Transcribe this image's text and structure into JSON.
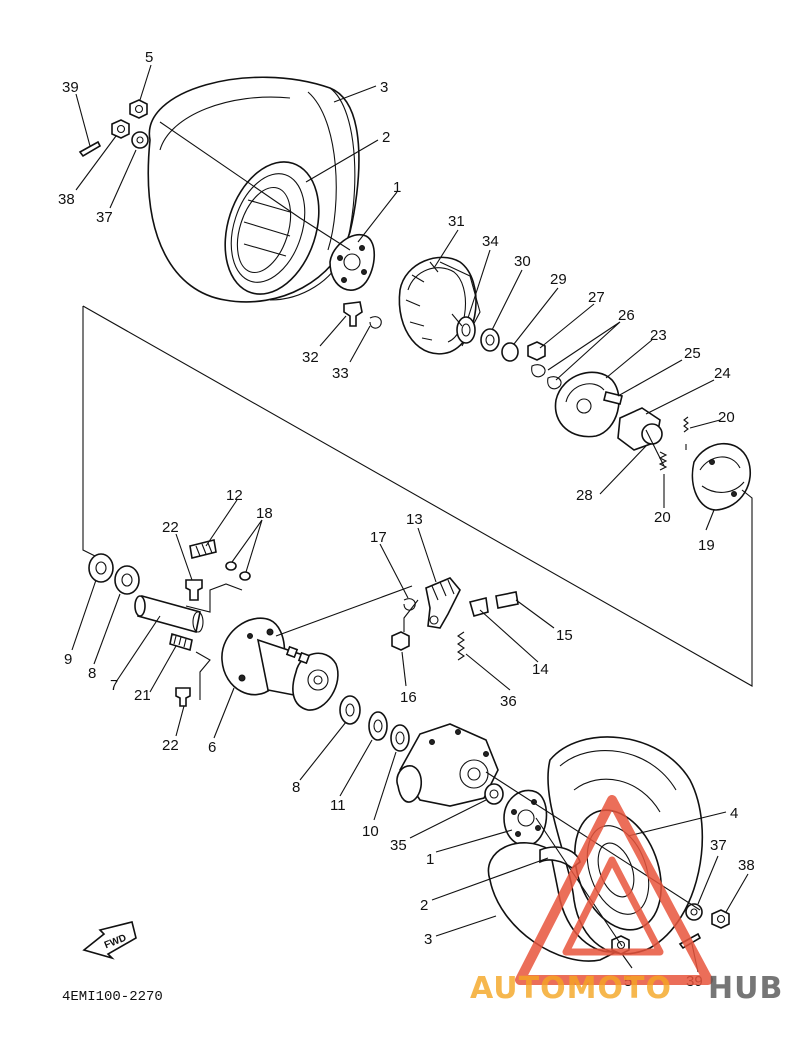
{
  "diagram_code": "4EMI100-2270",
  "fwd_label": "FWD",
  "watermark": {
    "brand_left": "AUTOMOTO",
    "brand_right": "HUB",
    "color_primary": "#e8553d",
    "color_secondary": "#f5a623",
    "color_dark": "#555555"
  },
  "callouts": [
    {
      "id": "c1",
      "label": "1"
    },
    {
      "id": "c2",
      "label": "2"
    },
    {
      "id": "c3",
      "label": "3"
    },
    {
      "id": "c4",
      "label": "4"
    },
    {
      "id": "c5",
      "label": "5"
    },
    {
      "id": "c6",
      "label": "6"
    },
    {
      "id": "c7",
      "label": "7"
    },
    {
      "id": "c8",
      "label": "8"
    },
    {
      "id": "c9",
      "label": "9"
    },
    {
      "id": "c10",
      "label": "10"
    },
    {
      "id": "c11",
      "label": "11"
    },
    {
      "id": "c12",
      "label": "12"
    },
    {
      "id": "c13",
      "label": "13"
    },
    {
      "id": "c14",
      "label": "14"
    },
    {
      "id": "c15",
      "label": "15"
    },
    {
      "id": "c16",
      "label": "16"
    },
    {
      "id": "c17",
      "label": "17"
    },
    {
      "id": "c18",
      "label": "18"
    },
    {
      "id": "c19",
      "label": "19"
    },
    {
      "id": "c20",
      "label": "20"
    },
    {
      "id": "c21",
      "label": "21"
    },
    {
      "id": "c22",
      "label": "22"
    },
    {
      "id": "c23",
      "label": "23"
    },
    {
      "id": "c24",
      "label": "24"
    },
    {
      "id": "c25",
      "label": "25"
    },
    {
      "id": "c26",
      "label": "26"
    },
    {
      "id": "c27",
      "label": "27"
    },
    {
      "id": "c28",
      "label": "28"
    },
    {
      "id": "c29",
      "label": "29"
    },
    {
      "id": "c30",
      "label": "30"
    },
    {
      "id": "c31",
      "label": "31"
    },
    {
      "id": "c32",
      "label": "32"
    },
    {
      "id": "c33",
      "label": "33"
    },
    {
      "id": "c34",
      "label": "34"
    },
    {
      "id": "c35",
      "label": "35"
    },
    {
      "id": "c36",
      "label": "36"
    },
    {
      "id": "c37",
      "label": "37"
    },
    {
      "id": "c38",
      "label": "38"
    },
    {
      "id": "c39",
      "label": "39"
    }
  ]
}
